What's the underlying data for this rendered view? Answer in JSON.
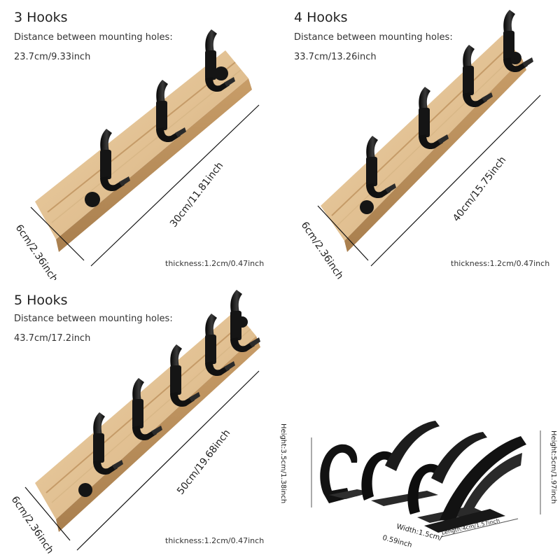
{
  "panels": {
    "p3": {
      "title": "3 Hooks",
      "hole_label": "Distance between mounting holes:",
      "hole_value": "23.7cm/9.33inch",
      "length": "30cm/11.81inch",
      "height": "6cm/2.36inch",
      "thickness": "thickness:1.2cm/0.47inch"
    },
    "p4": {
      "title": "4 Hooks",
      "hole_label": "Distance between mounting holes:",
      "hole_value": "33.7cm/13.26inch",
      "length": "40cm/15.75inch",
      "height": "6cm/2.36inch",
      "thickness": "thickness:1.2cm/0.47inch"
    },
    "p5": {
      "title": "5 Hooks",
      "hole_label": "Distance between mounting holes:",
      "hole_value": "43.7cm/17.2inch",
      "length": "50cm/19.68inch",
      "height": "6cm/2.36inch",
      "thickness": "thickness:1.2cm/0.47inch"
    },
    "hooks": {
      "height_small": "Height:3.5cm/1.38inch",
      "height_large": "Height:5cm/1.97inch",
      "width": "Width:1.5cm/",
      "width2": "0.59inch",
      "length": "Length:4cm/1.57inch"
    }
  },
  "colors": {
    "bamboo": "#e6c79b",
    "bamboo_dark": "#c89e6a",
    "hook_black": "#141414"
  }
}
